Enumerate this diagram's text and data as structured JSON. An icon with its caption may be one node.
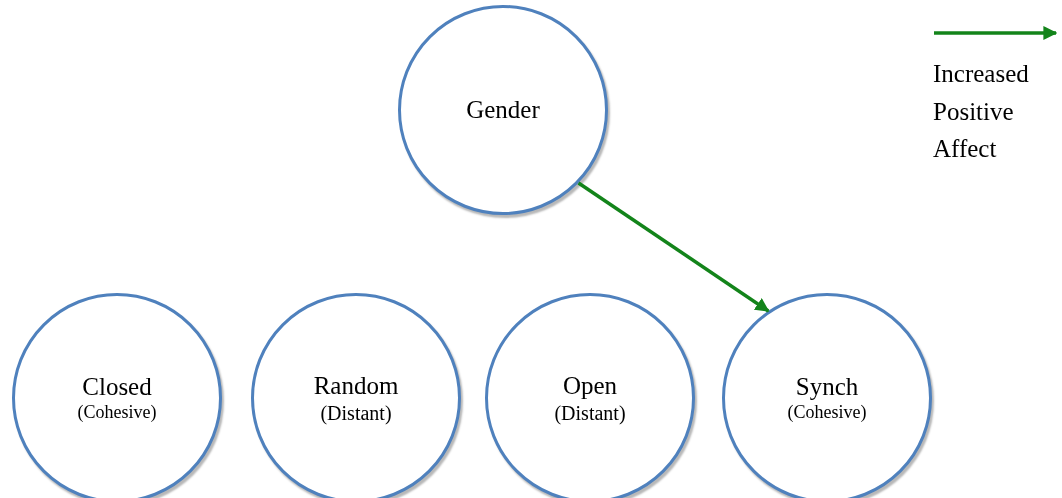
{
  "diagram": {
    "nodes": [
      {
        "text": [
          "Gender"
        ]
      },
      {
        "text": [
          "Closed",
          "(Cohesive)"
        ]
      },
      {
        "text": [
          "Random",
          "(Distant)"
        ]
      },
      {
        "text": [
          "Open",
          "(Distant)"
        ]
      },
      {
        "text": [
          "Synch",
          "(Cohesive)"
        ]
      }
    ],
    "edges": [
      {
        "from": 0,
        "to": 4,
        "arrow": "to",
        "color": "#13841a"
      }
    ],
    "legend": [
      {
        "text": "Increased Positive Affect"
      }
    ]
  }
}
